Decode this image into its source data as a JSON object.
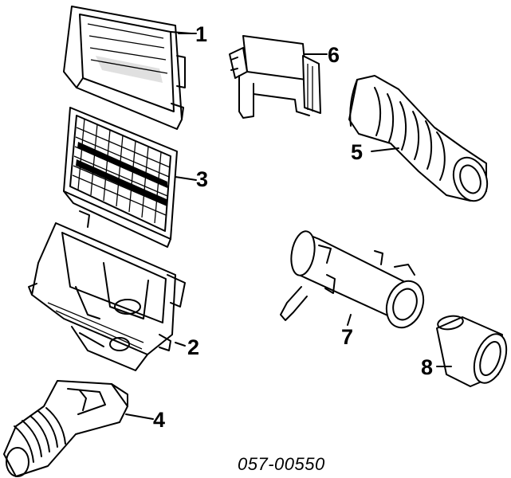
{
  "diagram": {
    "labels": {
      "part1": "1",
      "part2": "2",
      "part3": "3",
      "part4": "4",
      "part5": "5",
      "part6": "6",
      "part7": "7",
      "part8": "8"
    },
    "catalog_code": "057-00550"
  },
  "colors": {
    "ink": "#000000",
    "paper": "#ffffff"
  }
}
